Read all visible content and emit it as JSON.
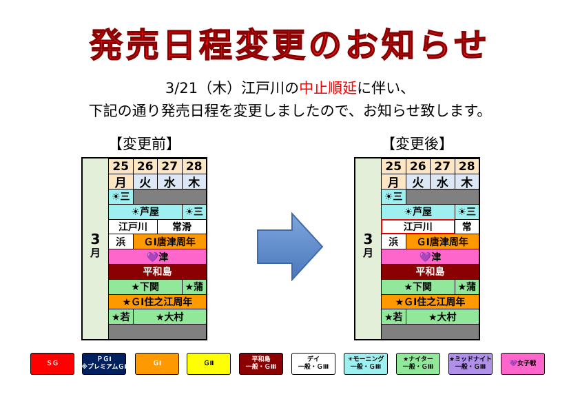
{
  "title": "発売日程変更のお知らせ",
  "notice": {
    "line1_prefix": "3/21（木）江戸川の",
    "line1_highlight": "中止順延",
    "line1_suffix": "に伴い、",
    "line2": "下記の通り発売日程を変更しましたので、お知らせ致します。"
  },
  "colors": {
    "accent": "#ff0000",
    "sg": "#ff0000",
    "pg1": "#002060",
    "g1": "#ff9900",
    "g2": "#ffff00",
    "heiwajima": "#8b0000",
    "day": "#ffffff",
    "morning": "#9ef0f0",
    "nighter": "#92e89a",
    "midnight": "#b090e8",
    "ladies": "#ff66cc",
    "gray": "#808080",
    "dayhead": "#fde6c4",
    "dowhead": "#dce8f5"
  },
  "calendars": [
    {
      "label": "【変更前】",
      "month_num": "3",
      "month_char": "月",
      "dates": [
        "25",
        "26",
        "27",
        "28"
      ],
      "dows": [
        "月",
        "火",
        "水",
        "木"
      ],
      "rows": [
        [
          {
            "text": "☀三",
            "span": 1,
            "color": "morning"
          },
          {
            "text": "",
            "span": 3,
            "color": "gray"
          }
        ],
        [
          {
            "text": "☀芦屋",
            "span": 3,
            "color": "morning"
          },
          {
            "text": "☀三",
            "span": 1,
            "color": "morning"
          }
        ],
        [
          {
            "text": "江戸川",
            "span": 2,
            "color": "day"
          },
          {
            "text": "常滑",
            "span": 2,
            "color": "day"
          }
        ],
        [
          {
            "text": "浜",
            "span": 1,
            "color": "day"
          },
          {
            "text": "ＧⅠ唐津周年",
            "span": 3,
            "color": "g1"
          }
        ],
        [
          {
            "text": "💜津",
            "span": 4,
            "color": "ladies"
          }
        ],
        [
          {
            "text": "平和島",
            "span": 4,
            "color": "heiwajima"
          }
        ],
        [
          {
            "text": "★下関",
            "span": 3,
            "color": "nighter"
          },
          {
            "text": "★蒲",
            "span": 1,
            "color": "nighter"
          }
        ],
        [
          {
            "text": "★ＧⅠ住之江周年",
            "span": 4,
            "color": "g1"
          }
        ],
        [
          {
            "text": "★若",
            "span": 1,
            "color": "nighter"
          },
          {
            "text": "★大村",
            "span": 3,
            "color": "nighter"
          }
        ],
        [
          {
            "text": "",
            "span": 4,
            "color": "gray"
          }
        ]
      ]
    },
    {
      "label": "【変更後】",
      "month_num": "3",
      "month_char": "月",
      "dates": [
        "25",
        "26",
        "27",
        "28"
      ],
      "dows": [
        "月",
        "火",
        "水",
        "木"
      ],
      "rows": [
        [
          {
            "text": "☀三",
            "span": 1,
            "color": "morning"
          },
          {
            "text": "",
            "span": 3,
            "color": "gray"
          }
        ],
        [
          {
            "text": "☀芦屋",
            "span": 3,
            "color": "morning"
          },
          {
            "text": "☀三",
            "span": 1,
            "color": "morning"
          }
        ],
        [
          {
            "text": "江戸川",
            "span": 3,
            "color": "day",
            "highlight": true
          },
          {
            "text": "常",
            "span": 1,
            "color": "day"
          }
        ],
        [
          {
            "text": "浜",
            "span": 1,
            "color": "day"
          },
          {
            "text": "ＧⅠ唐津周年",
            "span": 3,
            "color": "g1"
          }
        ],
        [
          {
            "text": "💜津",
            "span": 4,
            "color": "ladies"
          }
        ],
        [
          {
            "text": "平和島",
            "span": 4,
            "color": "heiwajima"
          }
        ],
        [
          {
            "text": "★下関",
            "span": 3,
            "color": "nighter"
          },
          {
            "text": "★蒲",
            "span": 1,
            "color": "nighter"
          }
        ],
        [
          {
            "text": "★ＧⅠ住之江周年",
            "span": 4,
            "color": "g1"
          }
        ],
        [
          {
            "text": "★若",
            "span": 1,
            "color": "nighter"
          },
          {
            "text": "★大村",
            "span": 3,
            "color": "nighter"
          }
        ],
        [
          {
            "text": "",
            "span": 4,
            "color": "gray"
          }
        ]
      ]
    }
  ],
  "legend": [
    {
      "name": "sg",
      "lines": [
        "ＳＧ"
      ],
      "color": "sg",
      "text_color": "#ffffff"
    },
    {
      "name": "pg1",
      "lines": [
        "ＰＧⅠ",
        "※プレミアムＧⅠ"
      ],
      "color": "pg1",
      "text_color": "#ffffff"
    },
    {
      "name": "g1",
      "lines": [
        "ＧⅠ"
      ],
      "color": "g1",
      "text_color": "#ffffff"
    },
    {
      "name": "g2",
      "lines": [
        "ＧⅡ"
      ],
      "color": "g2",
      "text_color": "#000000"
    },
    {
      "name": "heiwajima",
      "lines": [
        "平和島",
        "一般・ＧⅢ"
      ],
      "color": "heiwajima",
      "text_color": "#ffffff"
    },
    {
      "name": "day",
      "lines": [
        "デイ",
        "一般・ＧⅢ"
      ],
      "color": "day",
      "text_color": "#000000"
    },
    {
      "name": "morning",
      "lines": [
        "☀モーニング",
        "一般・ＧⅢ"
      ],
      "color": "morning",
      "text_color": "#000000"
    },
    {
      "name": "nighter",
      "lines": [
        "★ナイター",
        "一般・ＧⅢ"
      ],
      "color": "nighter",
      "text_color": "#000000"
    },
    {
      "name": "midnight",
      "lines": [
        "★ミッドナイト",
        "一般・ＧⅢ"
      ],
      "color": "midnight",
      "text_color": "#000000"
    },
    {
      "name": "ladies",
      "lines": [
        "💜女子戦"
      ],
      "color": "ladies",
      "text_color": "#000000"
    }
  ]
}
